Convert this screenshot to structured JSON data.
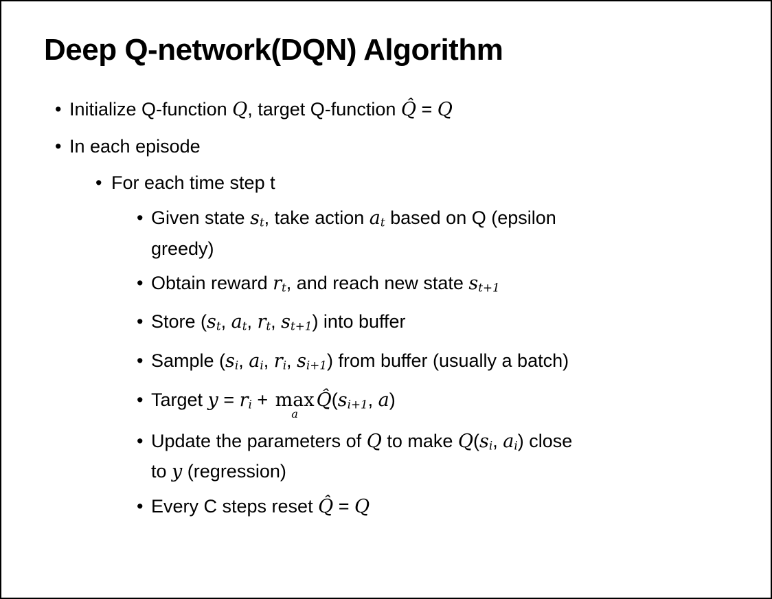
{
  "slide": {
    "title": "Deep Q-network(DQN) Algorithm",
    "bullet_char": "•",
    "bullets": [
      {
        "level": 1,
        "runs": [
          {
            "t": "Initialize Q-function ",
            "s": "n"
          },
          {
            "t": "Q",
            "s": "i"
          },
          {
            "t": ", target Q-function ",
            "s": "n"
          },
          {
            "t": "Q̂",
            "s": "i"
          },
          {
            "t": " = ",
            "s": "n"
          },
          {
            "t": "Q",
            "s": "i"
          }
        ]
      },
      {
        "level": 1,
        "runs": [
          {
            "t": "In each episode",
            "s": "n"
          }
        ]
      },
      {
        "level": 2,
        "runs": [
          {
            "t": "For each time step t",
            "s": "n"
          }
        ]
      },
      {
        "level": 3,
        "runs": [
          {
            "t": "Given state ",
            "s": "n"
          },
          {
            "t": "s",
            "s": "i"
          },
          {
            "t": "t",
            "s": "sub"
          },
          {
            "t": ", take action ",
            "s": "n"
          },
          {
            "t": "a",
            "s": "i"
          },
          {
            "t": "t",
            "s": "sub"
          },
          {
            "t": " based on Q (epsilon",
            "s": "n"
          },
          {
            "br": true
          },
          {
            "t": "greedy)",
            "s": "n"
          }
        ]
      },
      {
        "level": 3,
        "runs": [
          {
            "t": "Obtain reward ",
            "s": "n"
          },
          {
            "t": "r",
            "s": "i"
          },
          {
            "t": "t",
            "s": "sub"
          },
          {
            "t": ", and reach new state ",
            "s": "n"
          },
          {
            "t": "s",
            "s": "i"
          },
          {
            "t": "t+1",
            "s": "sub"
          }
        ]
      },
      {
        "level": 3,
        "runs": [
          {
            "t": "Store (",
            "s": "n"
          },
          {
            "t": "s",
            "s": "i"
          },
          {
            "t": "t",
            "s": "sub"
          },
          {
            "t": ", ",
            "s": "n"
          },
          {
            "t": "a",
            "s": "i"
          },
          {
            "t": "t",
            "s": "sub"
          },
          {
            "t": ", ",
            "s": "n"
          },
          {
            "t": "r",
            "s": "i"
          },
          {
            "t": "t",
            "s": "sub"
          },
          {
            "t": ", ",
            "s": "n"
          },
          {
            "t": "s",
            "s": "i"
          },
          {
            "t": "t+1",
            "s": "sub"
          },
          {
            "t": ") into buffer",
            "s": "n"
          }
        ]
      },
      {
        "level": 3,
        "runs": [
          {
            "t": "Sample (",
            "s": "n"
          },
          {
            "t": "s",
            "s": "i"
          },
          {
            "t": "i",
            "s": "sub"
          },
          {
            "t": ", ",
            "s": "n"
          },
          {
            "t": "a",
            "s": "i"
          },
          {
            "t": "i",
            "s": "sub"
          },
          {
            "t": ", ",
            "s": "n"
          },
          {
            "t": "r",
            "s": "i"
          },
          {
            "t": "i",
            "s": "sub"
          },
          {
            "t": ", ",
            "s": "n"
          },
          {
            "t": "s",
            "s": "i"
          },
          {
            "t": "i+1",
            "s": "sub"
          },
          {
            "t": ") from buffer (usually a batch)",
            "s": "n"
          }
        ]
      },
      {
        "level": 3,
        "runs": [
          {
            "t": "Target ",
            "s": "n"
          },
          {
            "t": "y",
            "s": "i"
          },
          {
            "t": " = ",
            "s": "n"
          },
          {
            "t": "r",
            "s": "i"
          },
          {
            "t": "i",
            "s": "sub"
          },
          {
            "t": " + ",
            "s": "n"
          },
          {
            "max": "max",
            "under": "a"
          },
          {
            "t": "Q̂",
            "s": "i"
          },
          {
            "t": "(",
            "s": "n"
          },
          {
            "t": "s",
            "s": "i"
          },
          {
            "t": "i+1",
            "s": "sub"
          },
          {
            "t": ", ",
            "s": "n"
          },
          {
            "t": "a",
            "s": "i"
          },
          {
            "t": ")",
            "s": "n"
          }
        ]
      },
      {
        "level": 3,
        "runs": [
          {
            "t": "Update the parameters of ",
            "s": "n"
          },
          {
            "t": "Q",
            "s": "i"
          },
          {
            "t": " to make ",
            "s": "n"
          },
          {
            "t": "Q",
            "s": "i"
          },
          {
            "t": "(",
            "s": "n"
          },
          {
            "t": "s",
            "s": "i"
          },
          {
            "t": "i",
            "s": "sub"
          },
          {
            "t": ", ",
            "s": "n"
          },
          {
            "t": "a",
            "s": "i"
          },
          {
            "t": "i",
            "s": "sub"
          },
          {
            "t": ") close",
            "s": "n"
          },
          {
            "br": true
          },
          {
            "t": "to ",
            "s": "n"
          },
          {
            "t": "y",
            "s": "i"
          },
          {
            "t": " (regression)",
            "s": "n"
          }
        ]
      },
      {
        "level": 3,
        "runs": [
          {
            "t": "Every C steps reset ",
            "s": "n"
          },
          {
            "t": "Q̂",
            "s": "i"
          },
          {
            "t": " = ",
            "s": "n"
          },
          {
            "t": "Q",
            "s": "i"
          }
        ]
      }
    ]
  }
}
